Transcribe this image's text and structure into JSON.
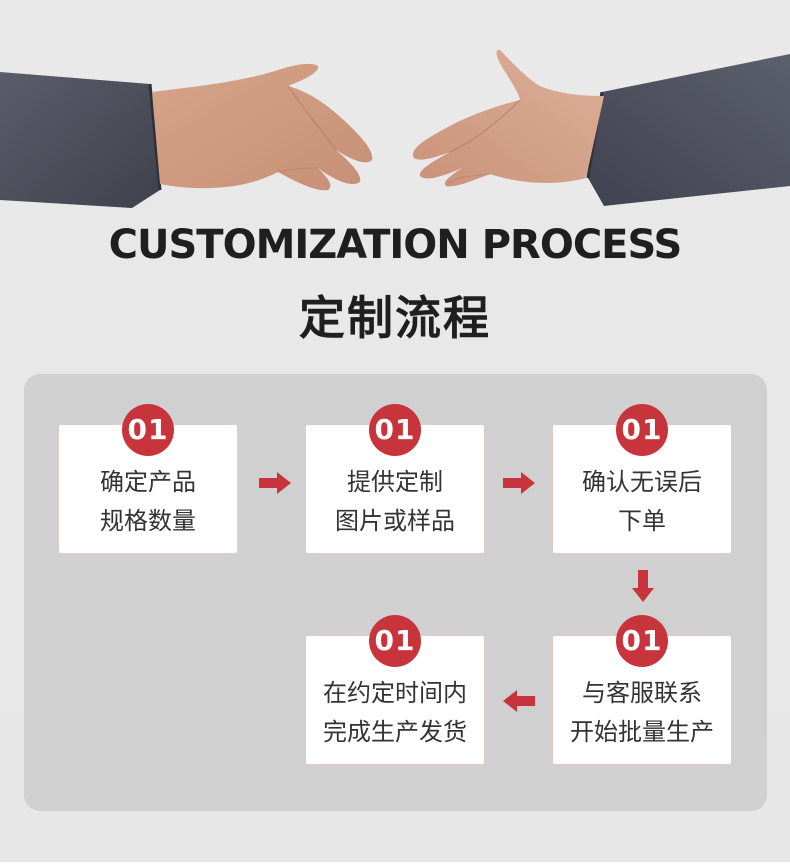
{
  "title_en": "CUSTOMIZATION PROCESS",
  "title_cn": "定制流程",
  "badge_color": "#c8343b",
  "steps": [
    {
      "number": "01",
      "line1": "确定产品",
      "line2": "规格数量"
    },
    {
      "number": "01",
      "line1": "提供定制",
      "line2": "图片或样品"
    },
    {
      "number": "01",
      "line1": "确认无误后",
      "line2": "下单"
    },
    {
      "number": "01",
      "line1": "与客服联系",
      "line2": "开始批量生产"
    },
    {
      "number": "01",
      "line1": "在约定时间内",
      "line2": "完成生产发货"
    }
  ],
  "arrow_icons": [
    "arrow-right-icon",
    "arrow-right-icon",
    "arrow-down-icon",
    "arrow-left-icon"
  ]
}
